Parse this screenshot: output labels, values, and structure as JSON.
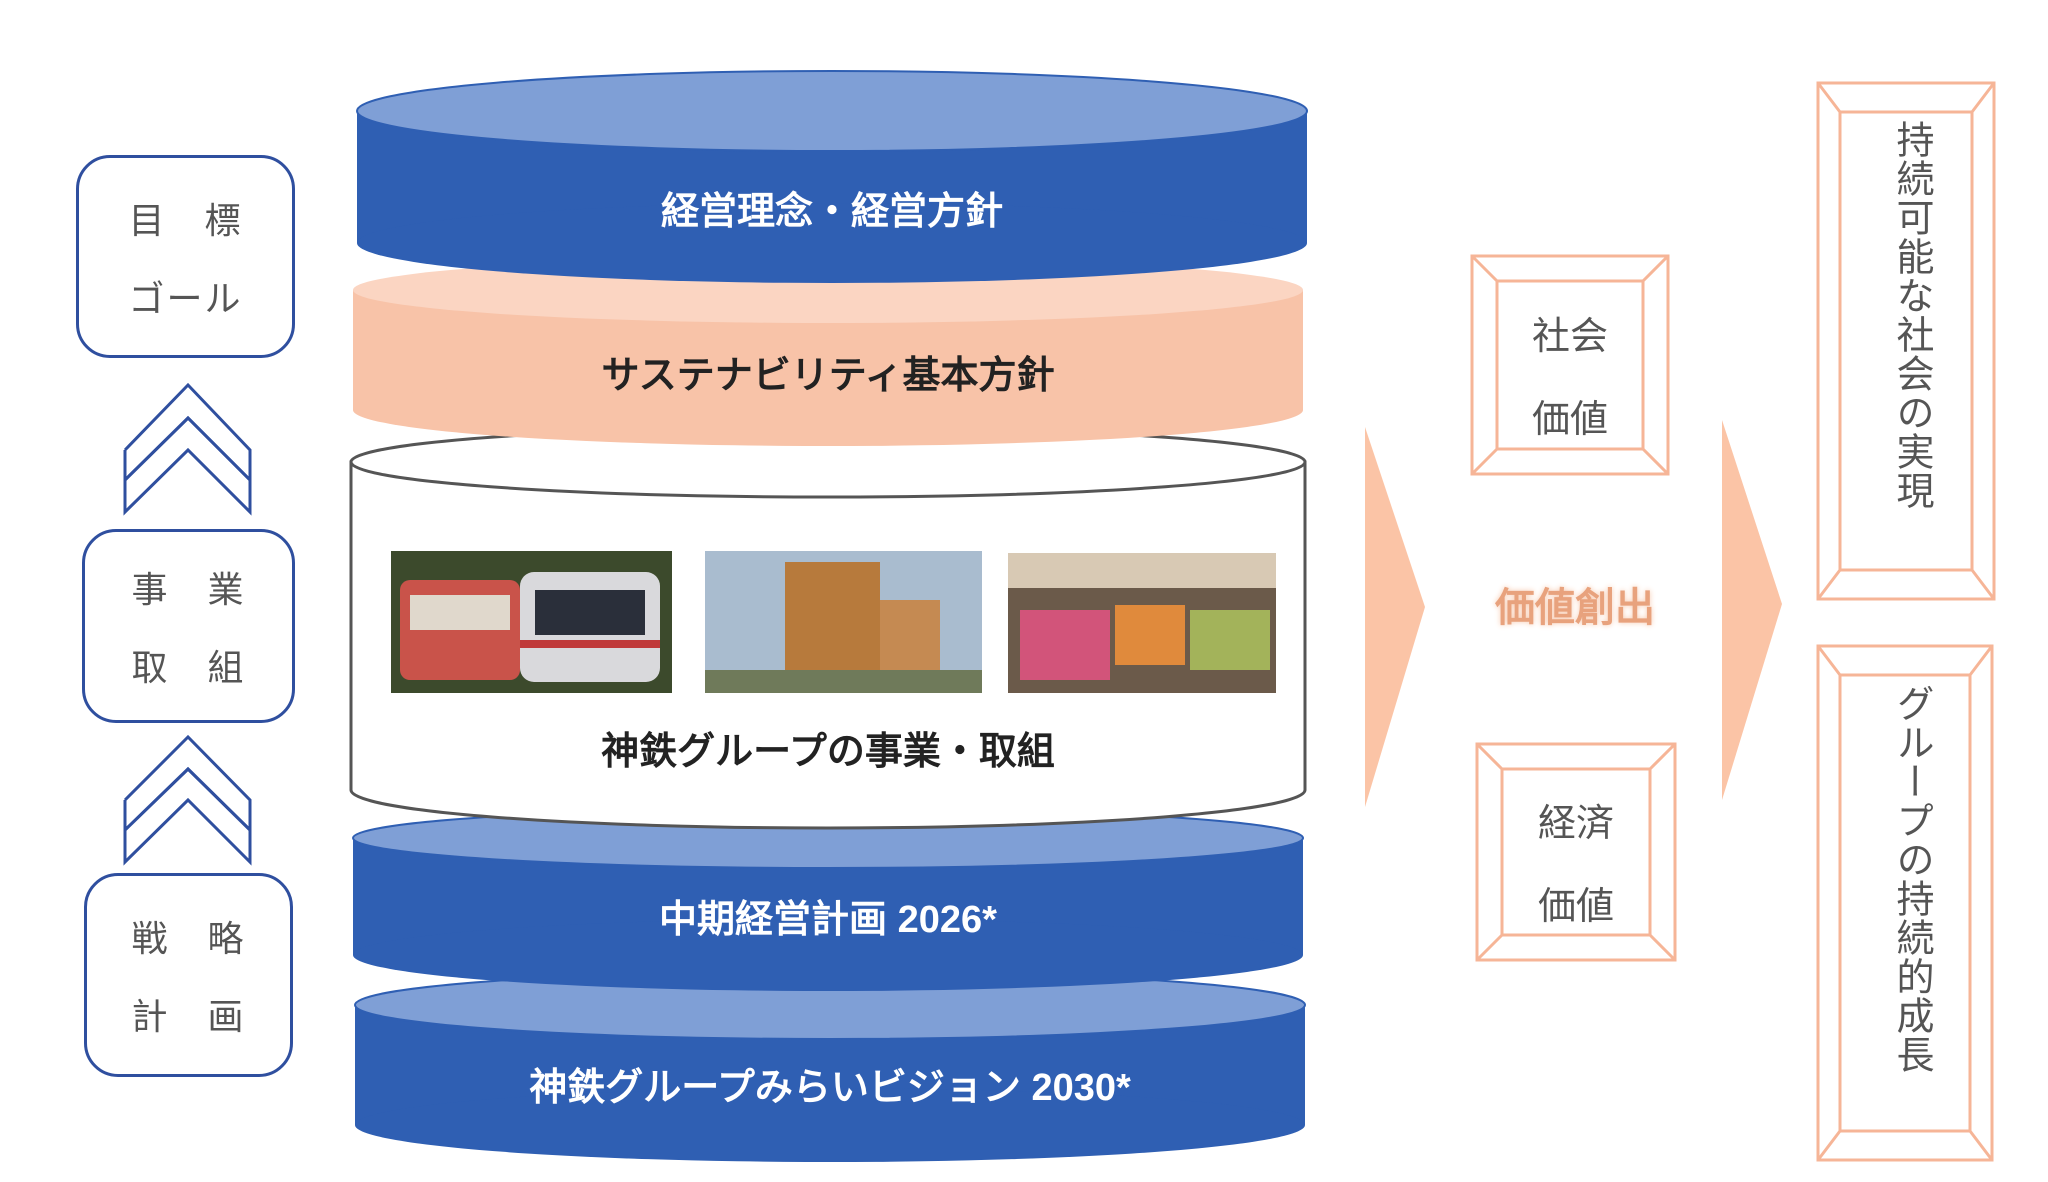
{
  "left_boxes": [
    {
      "line1": "目　標",
      "line2": "ゴール"
    },
    {
      "line1": "事　業",
      "line2": "取　組"
    },
    {
      "line1": "戦　略",
      "line2": "計　画"
    }
  ],
  "stack": {
    "layer1": "経営理念・経営方針",
    "layer2": "サステナビリティ基本方針",
    "layer3": "神鉄グループの事業・取組",
    "layer4": "中期経営計画 2026*",
    "layer5": "神鉄グループみらいビジョン 2030*"
  },
  "photos": [
    "train-photo",
    "building-photo",
    "supermarket-photo"
  ],
  "value_boxes": {
    "social": {
      "line1": "社会",
      "line2": "価値"
    },
    "economic": {
      "line1": "経済",
      "line2": "価値"
    },
    "creation": "価値創出"
  },
  "outcomes": {
    "society": "持続可能な社会の実現",
    "group": "グループの持続的成長"
  },
  "colors": {
    "blue": "#2f5fb3",
    "blue_top": "#7f9fd6",
    "peach": "#f8c3a8",
    "accent": "#f6b597",
    "outline": "#2f4f9f"
  }
}
